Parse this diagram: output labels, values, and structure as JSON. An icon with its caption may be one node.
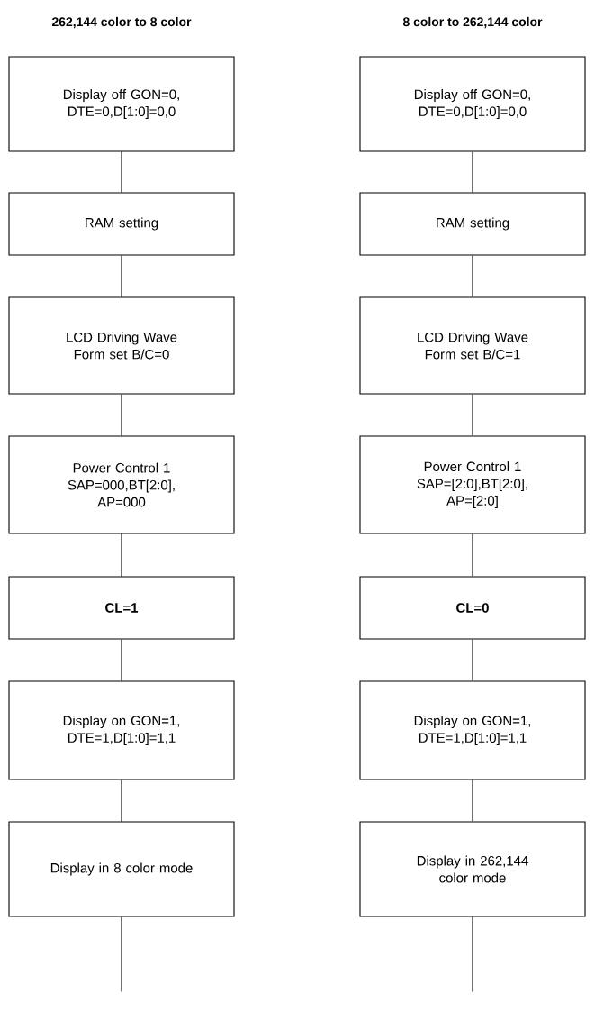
{
  "diagram": {
    "nodes": [
      {
        "text": [
          "Display off GON=0, DTE=0,D[1:0]=0,0"
        ]
      },
      {
        "text": [
          "RAM setting"
        ]
      },
      {
        "text": [
          "LCD Driving Wave Form set B/C=0"
        ]
      },
      {
        "text": [
          "Power Control 1 SAP=000,BT[2:0], AP=000"
        ]
      },
      {
        "text": [
          "CL=1"
        ]
      },
      {
        "text": [
          "Display on GON=1, DTE=1,D[1:0]=1,1"
        ]
      },
      {
        "text": [
          "Display in 8 color mode"
        ]
      },
      {
        "text": [
          "Display off GON=0, DTE=0,D[1:0]=0,0"
        ]
      },
      {
        "text": [
          "RAM setting"
        ]
      },
      {
        "text": [
          "LCD Driving Wave Form set B/C=1"
        ]
      },
      {
        "text": [
          "Power Control 1 SAP=[2:0],BT[2:0], AP=[2:0]"
        ]
      },
      {
        "text": [
          "CL=0"
        ]
      },
      {
        "text": [
          "Display on GON=1, DTE=1,D[1:0]=1,1"
        ]
      },
      {
        "text": [
          "Display in 262,144 color mode"
        ]
      }
    ],
    "edges": [
      {
        "from": 0,
        "to": 1,
        "arrow": "none"
      },
      {
        "from": 1,
        "to": 2,
        "arrow": "none"
      },
      {
        "from": 2,
        "to": 3,
        "arrow": "none"
      },
      {
        "from": 3,
        "to": 4,
        "arrow": "none"
      },
      {
        "from": 4,
        "to": 5,
        "arrow": "none"
      },
      {
        "from": 5,
        "to": 6,
        "arrow": "none"
      },
      {
        "from": 6,
        "to": null,
        "arrow": "none"
      },
      {
        "from": 7,
        "to": 8,
        "arrow": "none"
      },
      {
        "from": 8,
        "to": 9,
        "arrow": "none"
      },
      {
        "from": 9,
        "to": 10,
        "arrow": "none"
      },
      {
        "from": 10,
        "to": 11,
        "arrow": "none"
      },
      {
        "from": 11,
        "to": 12,
        "arrow": "none"
      },
      {
        "from": 12,
        "to": 13,
        "arrow": "none"
      },
      {
        "from": 13,
        "to": null,
        "arrow": "none"
      }
    ],
    "labels": [
      "262,144 color to 8 color",
      "8 color to 262,144 color"
    ]
  }
}
